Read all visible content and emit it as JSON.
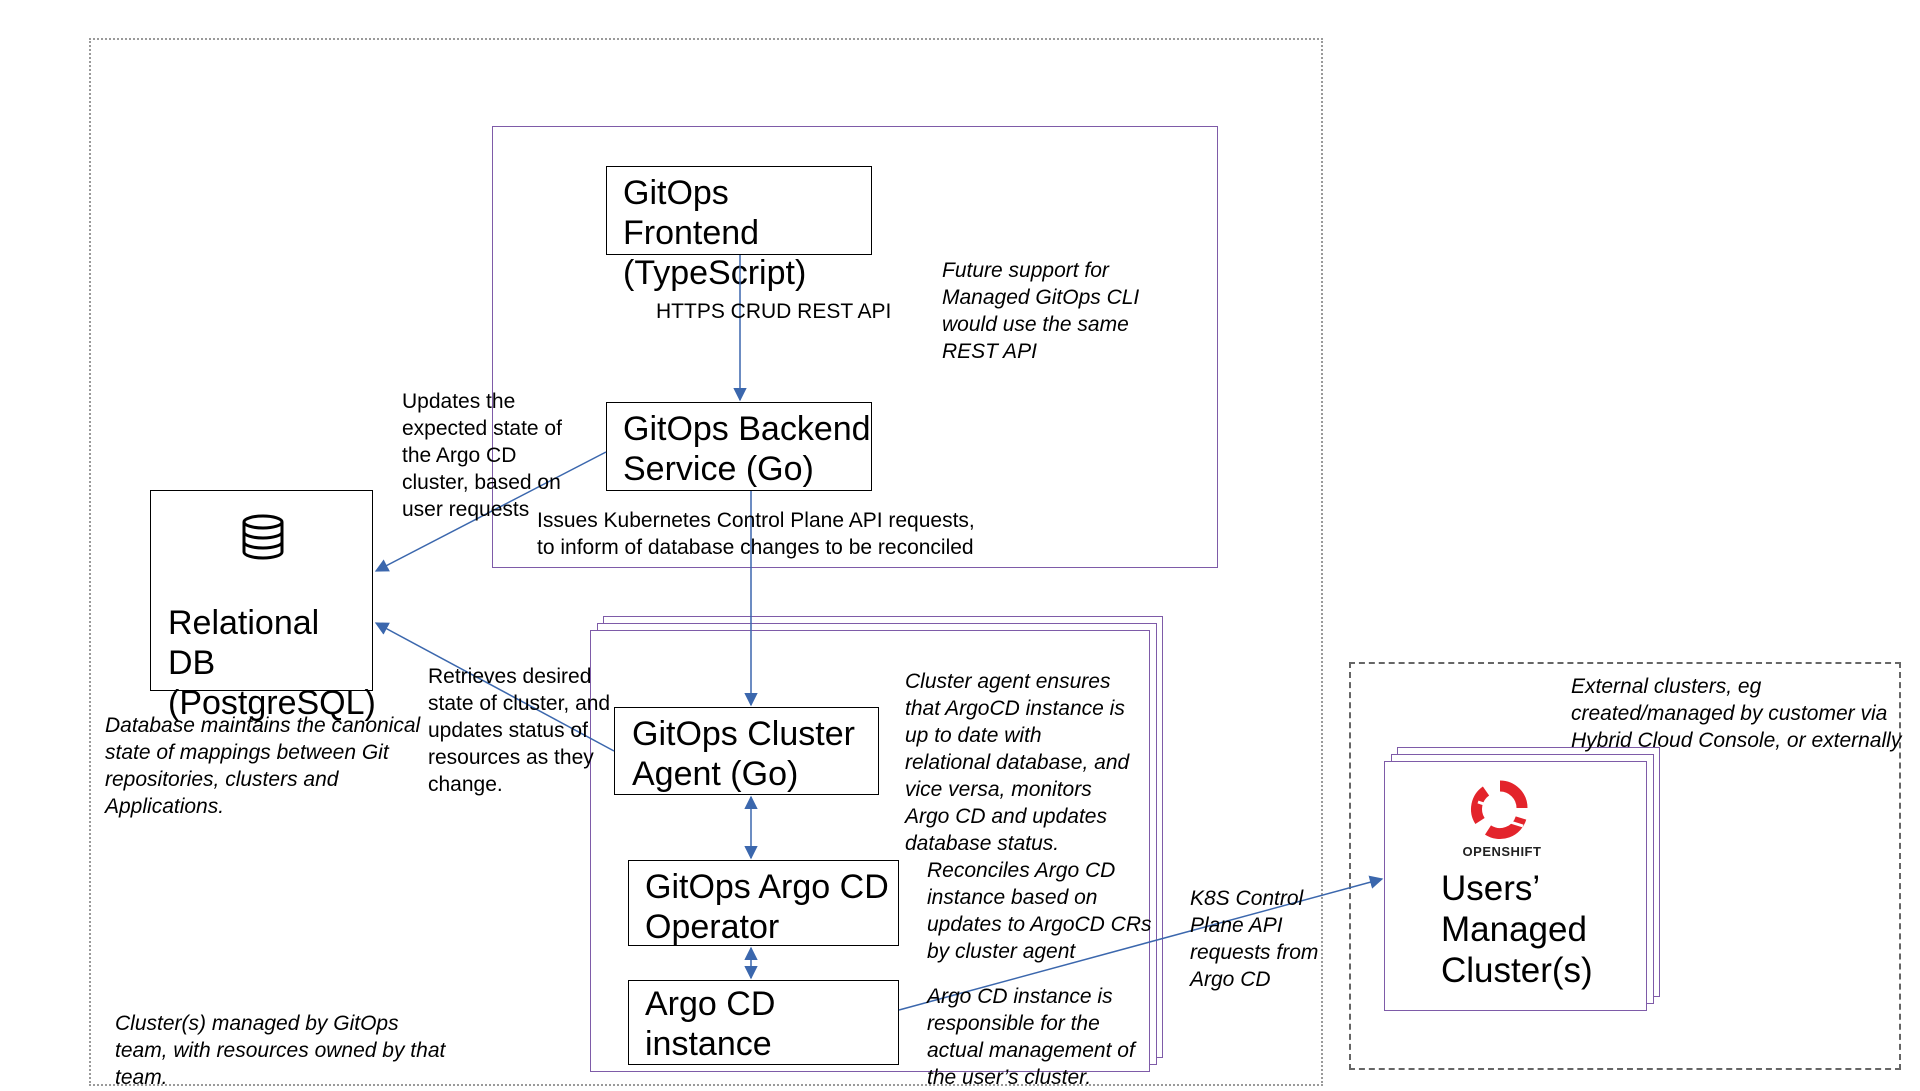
{
  "colors": {
    "arrow": "#3b67ad",
    "accent_purple": "#7e5ba8",
    "openshift_red": "#e3242b"
  },
  "nodes": {
    "frontend": "GitOps Frontend\n(TypeScript)",
    "backend": "GitOps Backend\nService (Go)",
    "db": "Relational DB\n(PostgreSQL)",
    "cluster_agent": "GitOps Cluster\nAgent (Go)",
    "argocd_operator": "GitOps Argo CD\nOperator",
    "argocd_instance": "Argo CD instance",
    "managed_clusters": "Users’\nManaged\nCluster(s)"
  },
  "edges": {
    "frontend_backend": "HTTPS CRUD REST API",
    "backend_db": "Updates the\nexpected state of\nthe Argo CD\ncluster, based on\nuser requests",
    "backend_agent": "Issues Kubernetes Control Plane API requests,\nto inform of database changes to be reconciled",
    "agent_db": "Retrieves desired\nstate of cluster, and\nupdates status of\nresources as they\nchange.",
    "argocd_cluster": "K8S Control\nPlane API\nrequests from\nArgo CD"
  },
  "notes": {
    "cli_support": "Future support for\nManaged GitOps CLI\nwould use the same\nREST API",
    "database": "Database maintains the canonical\nstate of mappings between Git\nrepositories, clusters and\nApplications.",
    "cluster_agent": "Cluster agent ensures\nthat ArgoCD instance is\nup to date with\nrelational database, and\nvice versa, monitors\nArgo CD and updates\ndatabase status.",
    "operator": "Reconciles Argo CD\ninstance based on\nupdates to ArgoCD CRs\nby cluster agent",
    "argocd_instance": "Argo CD instance is\nresponsible for the\nactual management of\nthe user’s cluster.",
    "gitops_clusters": "Cluster(s) managed by GitOps\nteam, with resources owned by that\nteam.",
    "external_clusters": "External clusters, eg\ncreated/managed by customer via\nHybrid Cloud Console, or externally"
  },
  "logo": {
    "wordmark": "OPENSHIFT"
  },
  "icons": {
    "db": "database-icon",
    "openshift": "openshift-logo-icon"
  }
}
